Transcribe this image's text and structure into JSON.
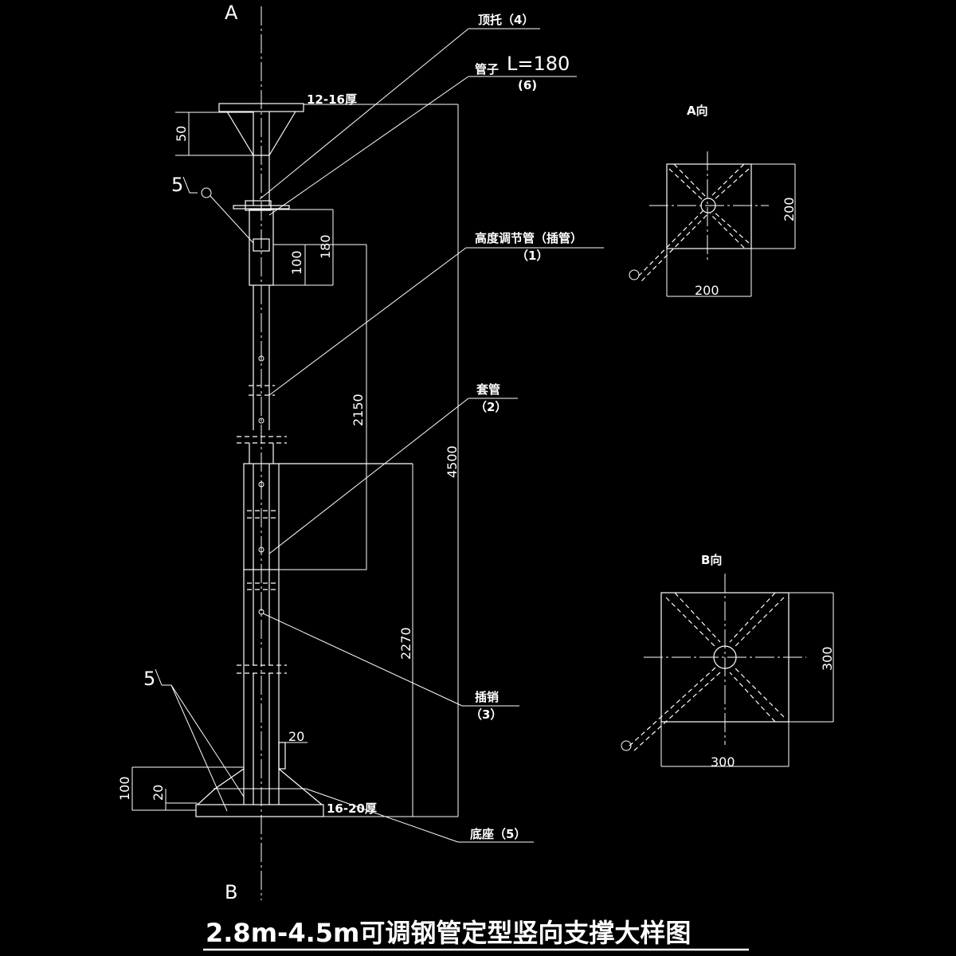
{
  "title": "2.8m-4.5m可调钢管定型竖向支撑大样图",
  "section_marks": {
    "a": "A",
    "b": "B"
  },
  "callouts": {
    "top_support": "顶托（4）",
    "pipe": "管子",
    "pipe_length": "L=180",
    "pipe_no": "(6)",
    "height_tube": "高度调节管（插管）",
    "height_tube_no": "（1）",
    "sleeve": "套管",
    "sleeve_no": "（2）",
    "pin": "插销",
    "pin_no": "（3）",
    "base": "底座（5）"
  },
  "plate_notes": {
    "top_plate": "12-16厚",
    "base_plate": "16-20厚"
  },
  "weld_marks": {
    "upper": "5",
    "lower": "5"
  },
  "dimensions": {
    "top_cone": "50",
    "collar_short": "100",
    "collar_long": "180",
    "upper_tube": "2150",
    "overall": "4500",
    "lower_tube": "2270",
    "base_height": "100",
    "base_offset": "20",
    "base_rib": "20"
  },
  "view_a": {
    "label": "A向",
    "width": "200",
    "height": "200"
  },
  "view_b": {
    "label": "B向",
    "width": "300",
    "height": "300"
  }
}
